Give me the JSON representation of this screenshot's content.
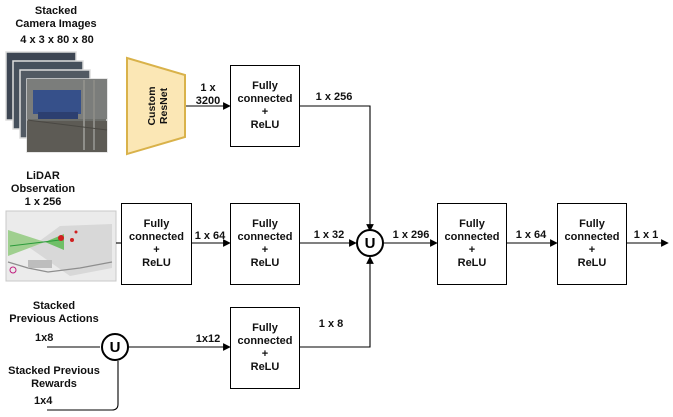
{
  "camera": {
    "title_line1": "Stacked",
    "title_line2": "Camera Images",
    "shape": "4 x 3 x 80 x 80"
  },
  "lidar": {
    "title_line1": "LiDAR",
    "title_line2": "Observation",
    "shape": "1 x 256"
  },
  "prev_actions": {
    "title_line1": "Stacked",
    "title_line2": "Previous Actions",
    "shape": "1x8"
  },
  "prev_rewards": {
    "title_line1": "Stacked Previous",
    "title_line2": "Rewards",
    "shape": "1x4"
  },
  "resnet": {
    "line1": "Custom",
    "line2": "ResNet",
    "fill": "#fbe7b5",
    "stroke": "#d9b24a"
  },
  "fc_box": {
    "line1": "Fully",
    "line2": "connected",
    "line3": "+",
    "line4": "ReLU"
  },
  "union_symbol": "U",
  "edges": {
    "resnet_out": {
      "line1": "1 x",
      "line2": "3200"
    },
    "camera_fc_out": "1 x 256",
    "lidar_fc1_out": "1 x 64",
    "lidar_fc2_out": "1 x 32",
    "actions_union_out": "1x12",
    "actions_fc_out": "1 x 8",
    "main_union_out": "1 x 296",
    "fc_a_out": "1 x 64",
    "final_out": "1 x 1"
  }
}
